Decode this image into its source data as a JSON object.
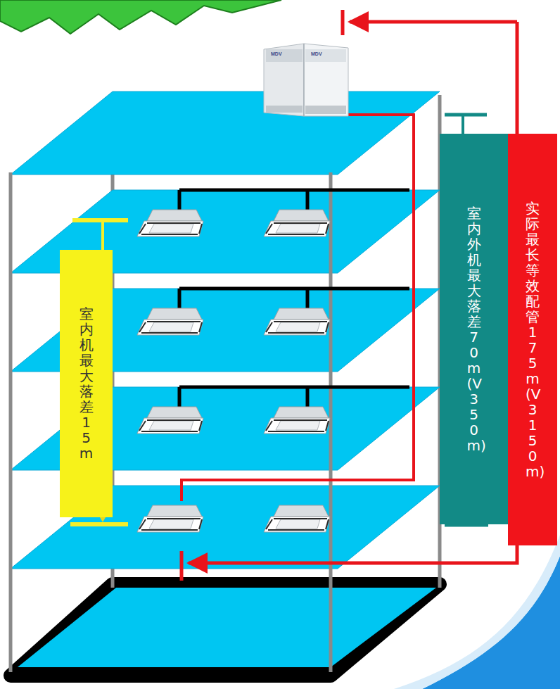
{
  "diagram": {
    "nodes": [
      {
        "text": [
          "室内机最大落差15m"
        ]
      },
      {
        "text": [
          "室内外机最大落差70m(V3 50m)"
        ]
      },
      {
        "text": [
          "实际最长等效配管175m(V3 150m)"
        ]
      }
    ],
    "labels": [
      "MDV",
      "MDV"
    ]
  }
}
